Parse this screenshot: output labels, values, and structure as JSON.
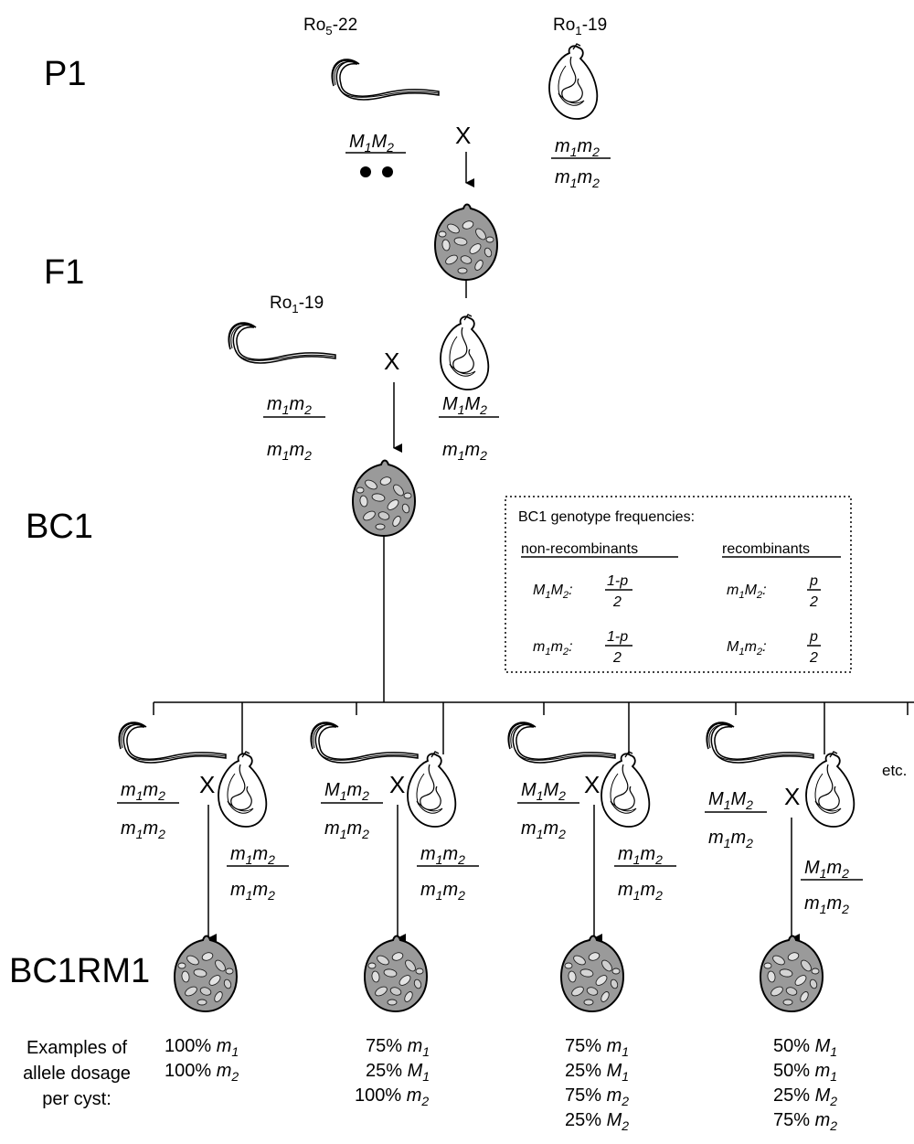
{
  "generations": {
    "p1": "P1",
    "f1": "F1",
    "bc1": "BC1",
    "bc1rm1": "BC1RM1"
  },
  "parents": {
    "p1_male_name": "Ro5-22",
    "p1_female_name": "Ro1-19",
    "f1_male_name": "Ro1-19"
  },
  "cross_symbol": "X",
  "etc_label": "etc.",
  "dosage_caption": [
    "Examples of",
    "allele dosage",
    "per cyst:"
  ],
  "genotype_box": {
    "title": "BC1 genotype frequencies:",
    "col_nonrecomb": "non-recombinants",
    "col_recomb": "recombinants",
    "rows": [
      {
        "nonrecomb_genotype": "M1M2:",
        "nonrecomb_freq_num": "1-p",
        "nonrecomb_freq_den": "2",
        "recomb_genotype": "m1M2:",
        "recomb_freq_num": "p",
        "recomb_freq_den": "2"
      },
      {
        "nonrecomb_genotype": "m1m2:",
        "nonrecomb_freq_num": "1-p",
        "nonrecomb_freq_den": "2",
        "recomb_genotype": "M1m2:",
        "recomb_freq_num": "p",
        "recomb_freq_den": "2"
      }
    ]
  },
  "bc1rm1_dosages": [
    [
      "100% m1",
      "100% m2"
    ],
    [
      "75% m1",
      "25% M1",
      "100% m2"
    ],
    [
      "75% m1",
      "25% M1",
      "75% m2",
      "25% M2"
    ],
    [
      "50% M1",
      "50% m1",
      "25% M2",
      "75% m2"
    ]
  ]
}
